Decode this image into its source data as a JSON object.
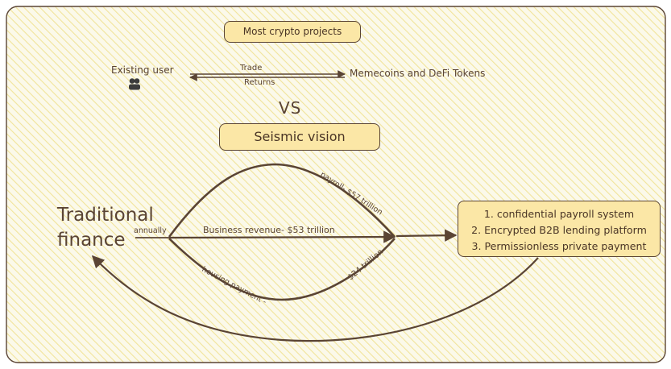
{
  "header": {
    "crypto_box_label": "Most crypto projects",
    "vs_label": "VS",
    "seismic_box_label": "Seismic vision"
  },
  "crypto_flow": {
    "user_label": "Existing user",
    "user_icon": "user-icon",
    "trade_label": "Trade",
    "returns_label": "Returns",
    "target_label": "Memecoins and DeFi Tokens"
  },
  "finance_flow": {
    "source_label_line1": "Traditional",
    "source_label_line2": "finance",
    "annually_label": "annually",
    "payroll_label": "payroll- $57 trillion",
    "business_label": "Business revenue- $53 trillion",
    "housing_label": "housing payment -",
    "housing_value_label": "$24 trillion"
  },
  "outcomes": {
    "items": [
      "1. confidential payroll system",
      "2. Encrypted B2B lending platform",
      "3. Permissionless private payment"
    ]
  },
  "colors": {
    "background_hatch": "#f3e9a3",
    "frame_fill": "#fbf9ea",
    "box_fill": "#fbe7a6",
    "stroke": "#5a4434"
  }
}
